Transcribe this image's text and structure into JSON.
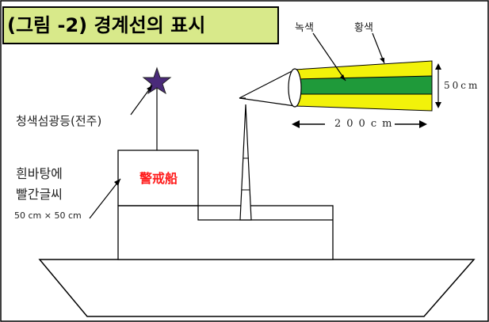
{
  "title": "(그림 -2) 경계선의 표시",
  "labels": {
    "blue_light": "청색섬광등(전주)",
    "sign_line1": "흰바탕에",
    "sign_line2": "빨간글씨",
    "sign_size": "50 cm × 50 cm",
    "sign_text": "警戒船",
    "green": "녹색",
    "yellow": "황색",
    "width": "50cm",
    "length": "200cm"
  },
  "colors": {
    "title_bg": "#d8e98a",
    "star": "#4a2a7a",
    "cone_green": "#1f9a3a",
    "cone_yellow": "#f2f20a",
    "sign_text": "#ff1a1a"
  }
}
